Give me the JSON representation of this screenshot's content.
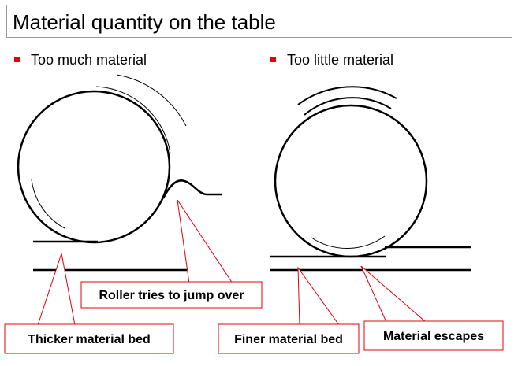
{
  "title": "Material quantity on the table",
  "bullets": {
    "left": "Too much material",
    "right": "Too little material"
  },
  "callouts": {
    "roller_jump": "Roller tries to jump over",
    "thicker_bed": "Thicker material bed",
    "finer_bed": "Finer material bed",
    "material_escapes": "Material escapes"
  },
  "colors": {
    "bullet": "#e3000f",
    "callout_border": "#e3000f",
    "outline": "#000000",
    "title_rule": "#9a9a9a"
  }
}
